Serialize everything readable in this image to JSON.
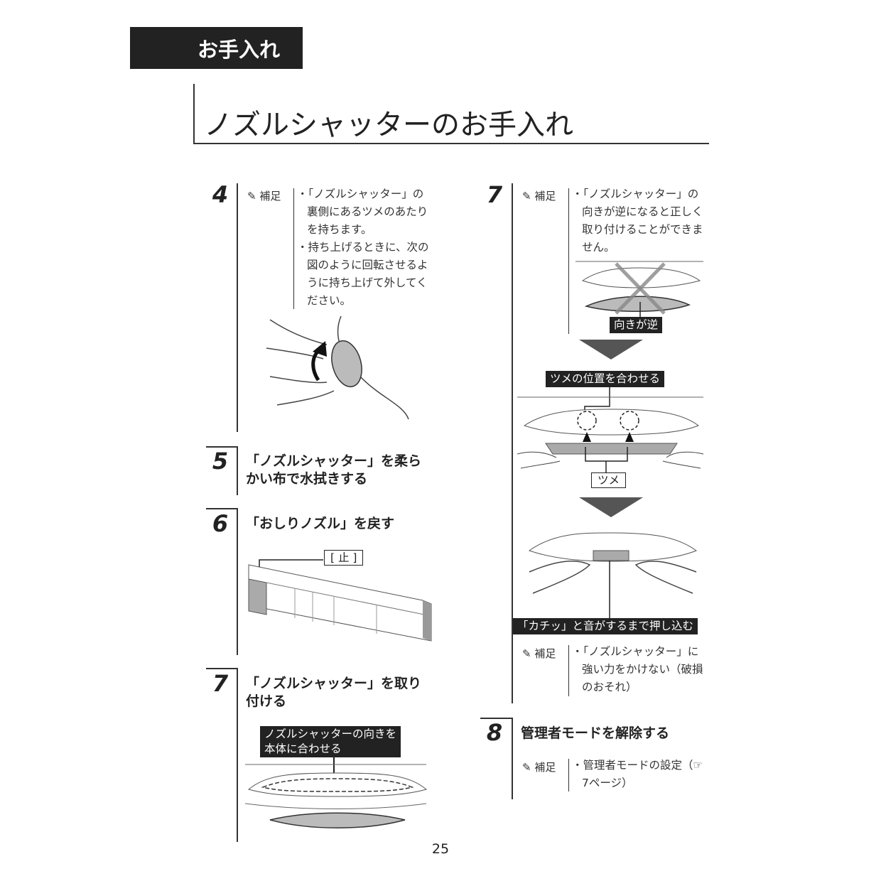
{
  "section_tag": "お手入れ",
  "title": "ノズルシャッターのお手入れ",
  "note_label": "補足",
  "steps": {
    "s4": {
      "num": "4",
      "notes": [
        "・「ノズルシャッター」の裏側にあるツメのあたりを持ちます。",
        "・持ち上げるときに、次の図のように回転させるように持ち上げて外してください。"
      ]
    },
    "s5": {
      "num": "5",
      "heading_lines": [
        "「ノズルシャッター」を柔ら",
        "かい布で水拭きする"
      ]
    },
    "s6": {
      "num": "6",
      "heading": "「おしりノズル」を戻す",
      "callout": "[ 止 ]"
    },
    "s7": {
      "num": "7",
      "heading_lines": [
        "「ノズルシャッター」を取り",
        "付ける"
      ],
      "callout_lines": [
        "ノズルシャッターの向きを",
        "本体に合わせる"
      ]
    },
    "s7r": {
      "num": "7",
      "notes": [
        "・「ノズルシャッター」の向きが逆になると正しく取り付けることができません。"
      ],
      "wrong_label": "向きが逆",
      "align_label": "ツメの位置を合わせる",
      "claw_label": "ツメ",
      "push_label": "「カチッ」と音がするまで押し込む",
      "notes2": [
        "・「ノズルシャッター」に強い力をかけない（破損のおそれ）"
      ]
    },
    "s8": {
      "num": "8",
      "heading": "管理者モードを解除する",
      "notes": [
        "・管理者モードの設定（☞7ページ）"
      ]
    }
  },
  "page_number": "25"
}
